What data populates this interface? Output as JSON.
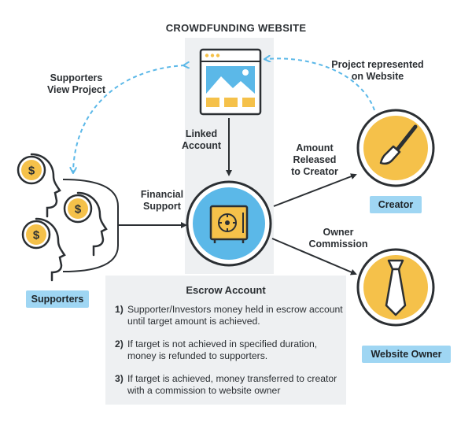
{
  "title": "CROWDFUNDING WEBSITE",
  "labels": {
    "supporters_view": [
      "Supporters",
      "View Project"
    ],
    "project_represented": [
      "Project represented",
      "on Website"
    ],
    "linked_account": [
      "Linked",
      "Account"
    ],
    "financial_support": [
      "Financial",
      "Support"
    ],
    "amount_released": [
      "Amount",
      "Released",
      "to Creator"
    ],
    "owner_commission": [
      "Owner",
      "Commission"
    ]
  },
  "tags": {
    "supporters": "Supporters",
    "creator": "Creator",
    "website_owner": "Website Owner"
  },
  "escrow": {
    "title": "Escrow Account",
    "items": [
      {
        "num": "1)",
        "text": "Supporter/Investors money held in escrow account until target amount is achieved."
      },
      {
        "num": "2)",
        "text": "If target is not achieved in specified duration, money is refunded to supporters."
      },
      {
        "num": "3)",
        "text": "If target is achieved, money transferred to creator with a commission to website owner"
      }
    ]
  },
  "icons": {
    "currency_symbol": "$",
    "website": "website-icon",
    "vault": "vault-icon",
    "creator": "paintbrush-icon",
    "owner": "necktie-icon"
  },
  "colors": {
    "accent_yellow": "#f5c14a",
    "accent_blue": "#5bb8e8",
    "dark": "#2b2f33",
    "panel": "#eef0f2"
  }
}
